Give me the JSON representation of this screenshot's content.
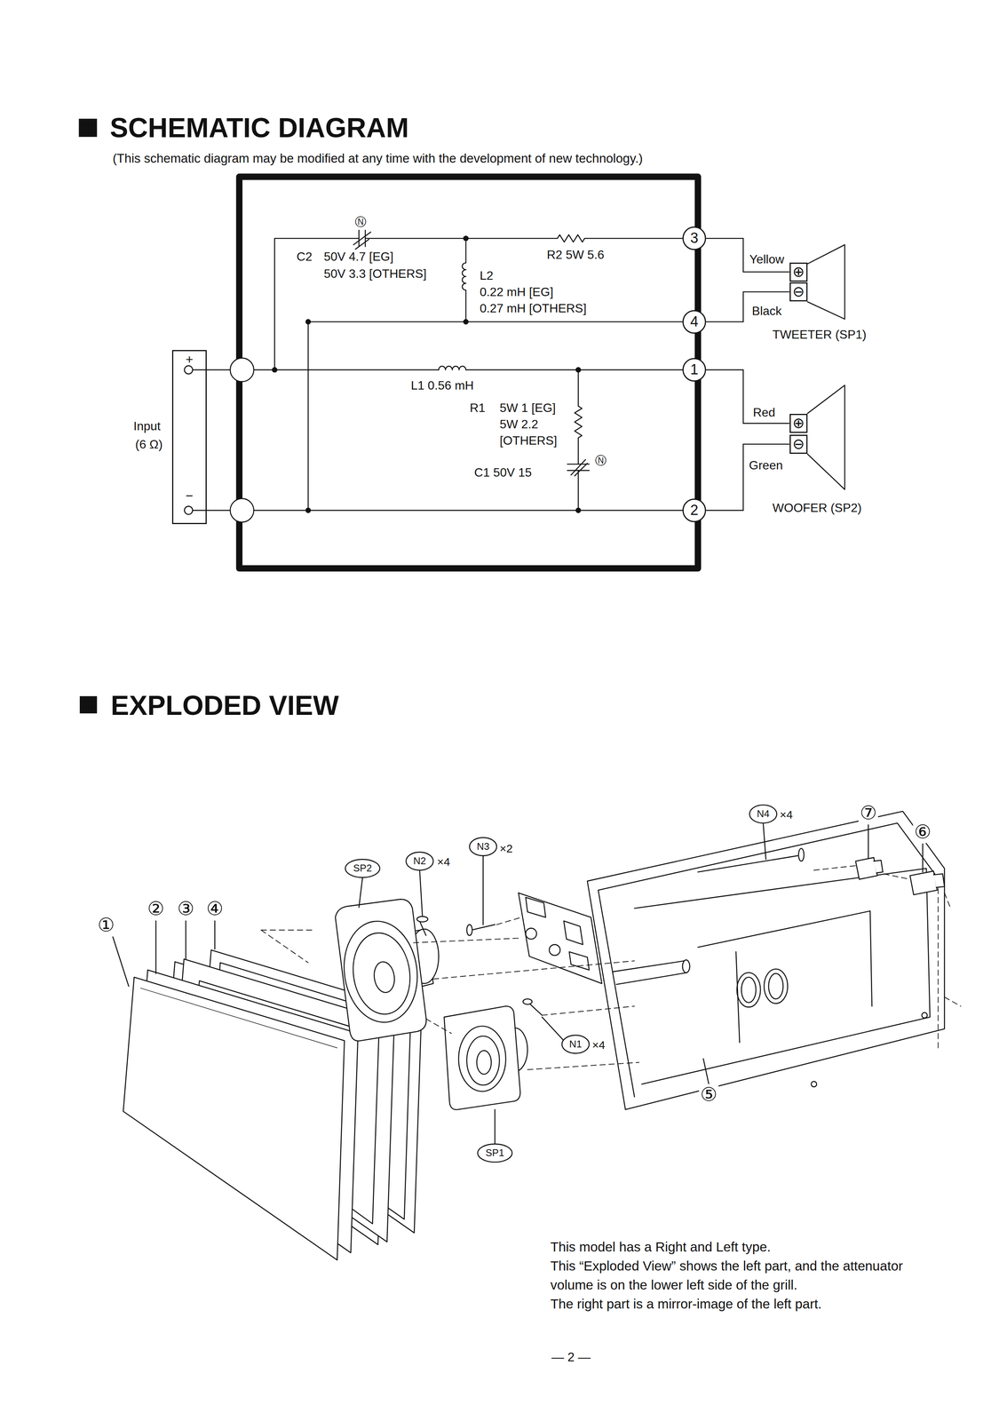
{
  "diagram": {
    "title": "SCHEMATIC DIAGRAM",
    "nodes": [
      {
        "text": [
          "+",
          "−"
        ]
      },
      {
        "text": [
          "3"
        ]
      },
      {
        "text": [
          "4"
        ]
      },
      {
        "text": [
          "1"
        ]
      },
      {
        "text": [
          "2"
        ]
      },
      {
        "text": [
          "⊕"
        ]
      },
      {
        "text": [
          "⊖"
        ]
      },
      {
        "text": [
          "⊕"
        ]
      },
      {
        "text": [
          "⊖"
        ]
      }
    ],
    "edges": [
      {
        "from": 1,
        "to": 5,
        "arrow": "none",
        "label": "Yellow"
      },
      {
        "from": 2,
        "to": 6,
        "arrow": "none",
        "label": "Black"
      },
      {
        "from": 3,
        "to": 7,
        "arrow": "none",
        "label": "Red"
      },
      {
        "from": 4,
        "to": 8,
        "arrow": "none",
        "label": "Green"
      }
    ],
    "labels": [
      "(This schematic diagram may be modified at any time with the development of new technology.)",
      "Ⓝ",
      "C2",
      "50V 4.7 [EG]",
      "50V 3.3 [OTHERS]",
      "R2 5W 5.6",
      "L2",
      "0.22 mH [EG]",
      "0.27 mH [OTHERS]",
      "L1 0.56 mH",
      "R1",
      "5W 1 [EG]",
      "5W 2.2",
      "[OTHERS]",
      "C1 50V 15",
      "Ⓝ",
      "Input",
      "(6 Ω)",
      "TWEETER (SP1)",
      "WOOFER (SP2)",
      "EXPLODED VIEW",
      "①",
      "②",
      "③",
      "④",
      "SP2",
      "N2",
      "×4",
      "N3",
      "×2",
      "N4",
      "×4",
      "⑦",
      "⑥",
      "N1",
      "×4",
      "⑤",
      "SP1",
      "This model has a Right and Left type.",
      "This “Exploded View” shows the left part, and the attenuator volume is on the lower left side of the grill.",
      "The right part is a mirror-image of the left part.",
      "— 2 —"
    ]
  }
}
